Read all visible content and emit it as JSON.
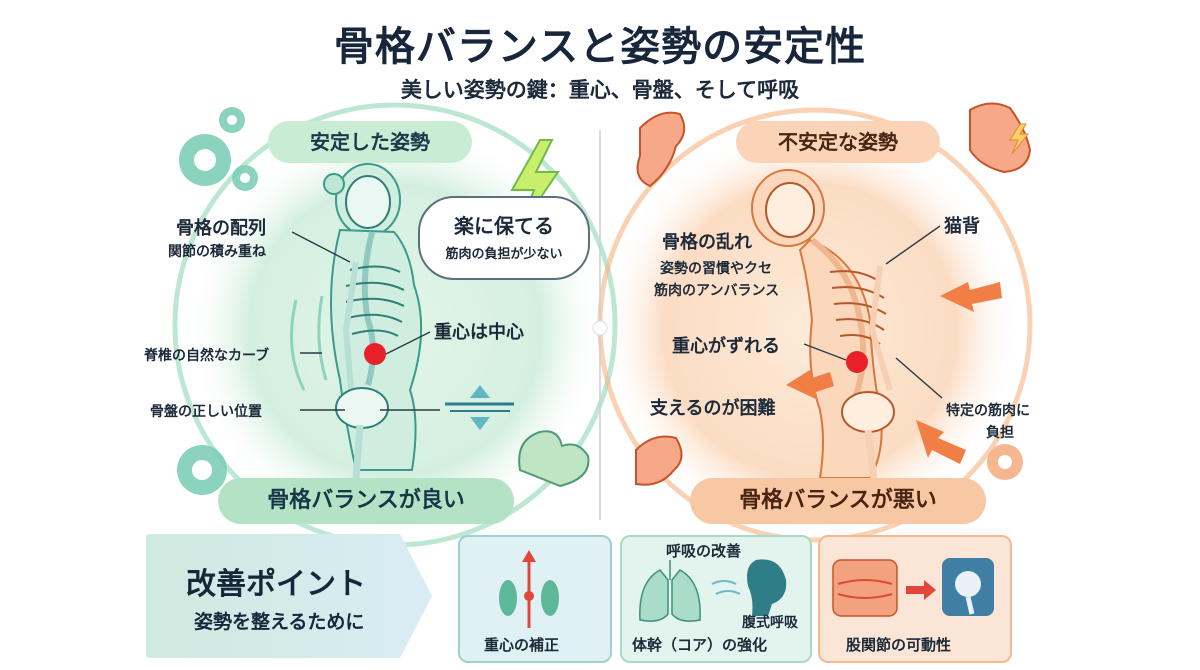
{
  "title": "骨格バランスと姿勢の安定性",
  "subtitle": "美しい姿勢の鍵：重心、骨盤、そして呼吸",
  "stable": {
    "header": "安定した姿勢",
    "alignment": "骨格の配列",
    "alignment_sub": "関節の積み重ね",
    "bubble_title": "楽に保てる",
    "bubble_sub": "筋肉の負担が少ない",
    "spine": "脊椎の自然なカーブ",
    "center": "重心は中心",
    "pelvis": "骨盤の正しい位置",
    "footer": "骨格バランスが良い"
  },
  "unstable": {
    "header": "不安定な姿勢",
    "disorder": "骨格の乱れ",
    "disorder_sub1": "姿勢の習慣やクセ",
    "disorder_sub2": "筋肉のアンバランス",
    "hunchback": "猫背",
    "shift": "重心がずれる",
    "hard": "支えるのが困難",
    "burden1": "特定の筋肉に",
    "burden2": "負担",
    "footer": "骨格バランスが悪い"
  },
  "improve": {
    "title": "改善ポイント",
    "sub": "姿勢を整えるために",
    "card1": "重心の補正",
    "card2_top": "呼吸の改善",
    "card2_side": "腹式呼吸",
    "card2": "体幹（コア）の強化",
    "card3": "股関節の可動性"
  },
  "colors": {
    "stable_green": "#5fc89a",
    "unstable_orange": "#f08a4b",
    "center_red": "#e8202a"
  }
}
